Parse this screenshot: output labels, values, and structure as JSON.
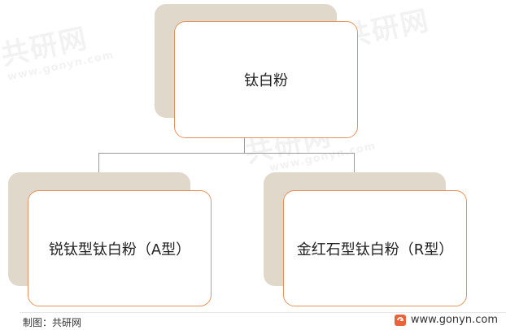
{
  "watermarks": {
    "brand": "共研网",
    "url": "www.gonyn.com"
  },
  "diagram": {
    "root": {
      "label": "钛白粉"
    },
    "children": [
      {
        "label": "锐钛型钛白粉（A型）"
      },
      {
        "label": "金红石型钛白粉（R型）"
      }
    ]
  },
  "footer": {
    "credit": "制图：共研网",
    "website": "www.gonyn.com"
  },
  "colors": {
    "node_border": "#e7925a",
    "shadow_fill": "#e0d9cb",
    "connector": "#9a9a9a",
    "brand_accent": "#e8623a"
  }
}
